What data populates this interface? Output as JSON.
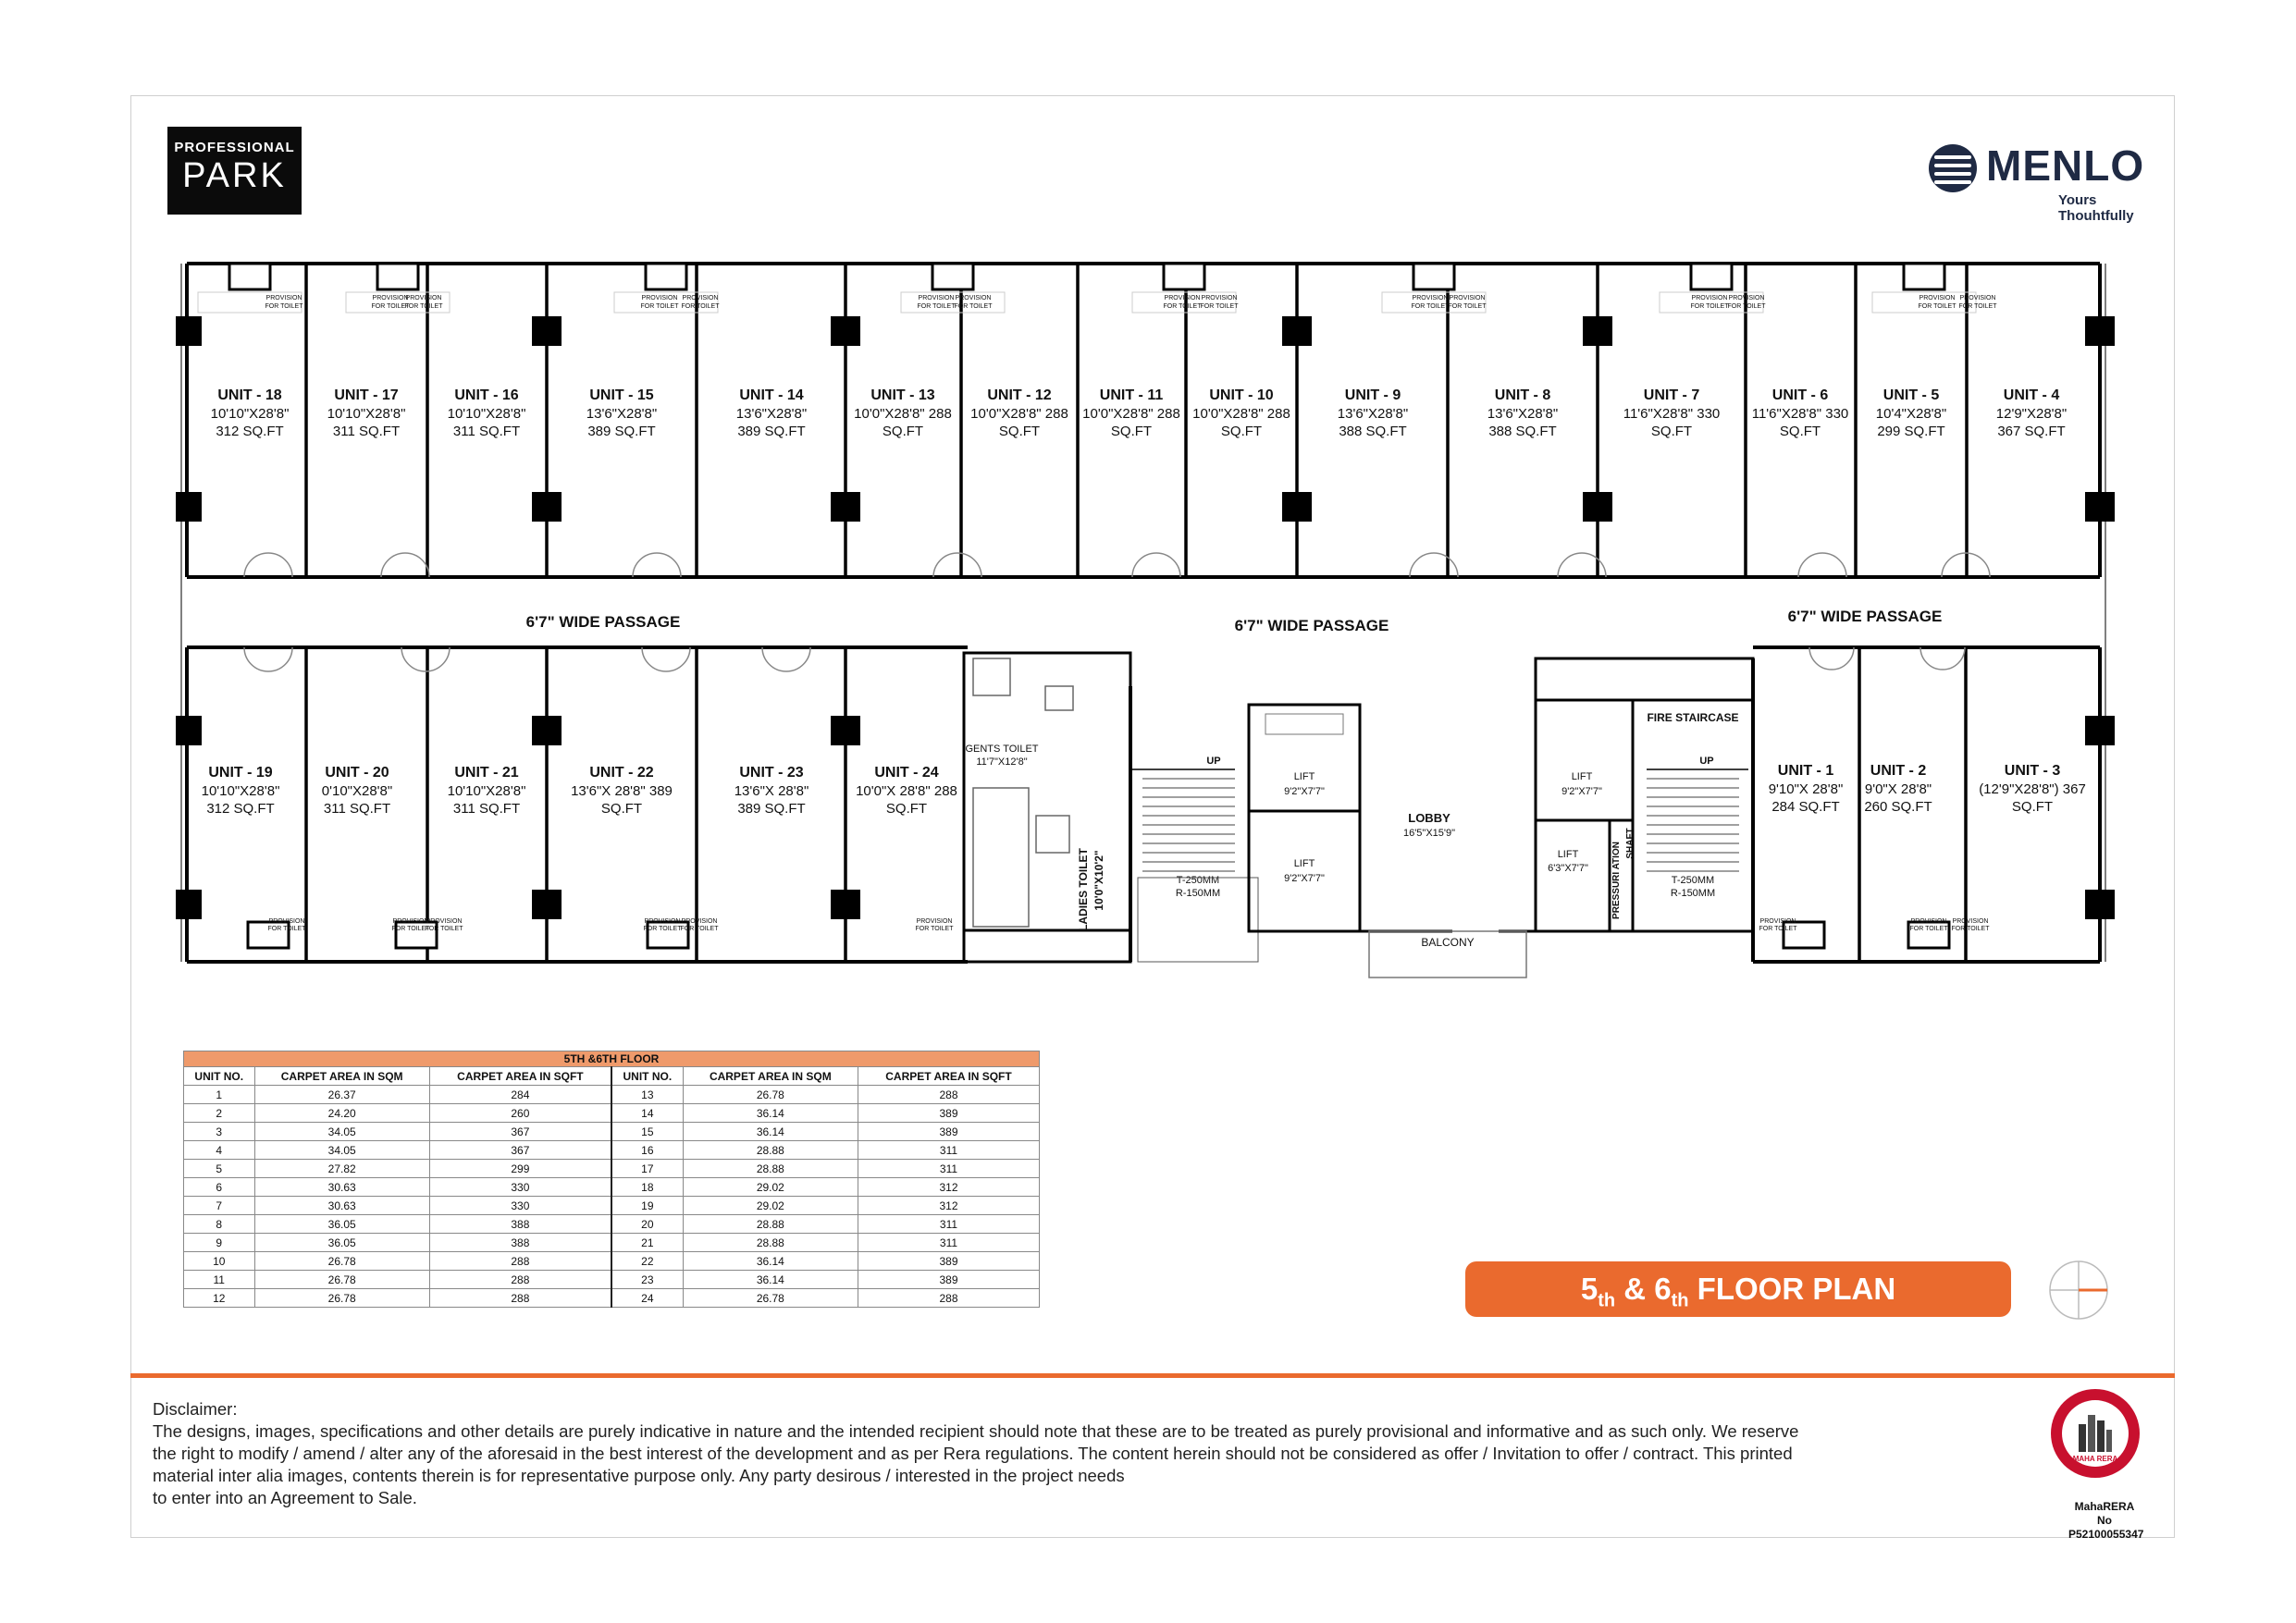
{
  "brand": {
    "pp_line1": "PROFESSIONAL",
    "pp_line2": "PARK",
    "menlo_name": "MENLO",
    "menlo_tag": "Yours Thouhtfully"
  },
  "plan": {
    "top_units": [
      {
        "name": "UNIT - 18",
        "dim": "10'10\"X28'8\"",
        "area": "312 SQ.FT"
      },
      {
        "name": "UNIT - 17",
        "dim": "10'10\"X28'8\"",
        "area": "311 SQ.FT"
      },
      {
        "name": "UNIT - 16",
        "dim": "10'10\"X28'8\"",
        "area": "311 SQ.FT"
      },
      {
        "name": "UNIT - 15",
        "dim": "13'6\"X28'8\"",
        "area": "389 SQ.FT"
      },
      {
        "name": "UNIT - 14",
        "dim": "13'6\"X28'8\"",
        "area": "389 SQ.FT"
      },
      {
        "name": "UNIT - 13",
        "dim": "10'0\"X28'8\" 288",
        "area": "SQ.FT"
      },
      {
        "name": "UNIT - 12",
        "dim": "10'0\"X28'8\" 288",
        "area": "SQ.FT"
      },
      {
        "name": "UNIT - 11",
        "dim": "10'0\"X28'8\" 288",
        "area": "SQ.FT"
      },
      {
        "name": "UNIT - 10",
        "dim": "10'0\"X28'8\" 288",
        "area": "SQ.FT"
      },
      {
        "name": "UNIT - 9",
        "dim": "13'6\"X28'8\"",
        "area": "388 SQ.FT"
      },
      {
        "name": "UNIT - 8",
        "dim": "13'6\"X28'8\"",
        "area": "388 SQ.FT"
      },
      {
        "name": "UNIT - 7",
        "dim": "11'6\"X28'8\" 330",
        "area": "SQ.FT"
      },
      {
        "name": "UNIT - 6",
        "dim": "11'6\"X28'8\" 330",
        "area": "SQ.FT"
      },
      {
        "name": "UNIT - 5",
        "dim": "10'4\"X28'8\"",
        "area": "299 SQ.FT"
      },
      {
        "name": "UNIT - 4",
        "dim": "12'9\"X28'8\"",
        "area": "367 SQ.FT"
      }
    ],
    "bottom_units": [
      {
        "name": "UNIT - 19",
        "dim": "10'10\"X28'8\"",
        "area": "312 SQ.FT"
      },
      {
        "name": "UNIT - 20",
        "dim": "0'10\"X28'8\"",
        "area": "311 SQ.FT"
      },
      {
        "name": "UNIT - 21",
        "dim": "10'10\"X28'8\"",
        "area": "311 SQ.FT"
      },
      {
        "name": "UNIT - 22",
        "dim": "13'6\"X 28'8\" 389",
        "area": "SQ.FT"
      },
      {
        "name": "UNIT - 23",
        "dim": "13'6\"X 28'8\"",
        "area": "389 SQ.FT"
      },
      {
        "name": "UNIT - 24",
        "dim": "10'0\"X 28'8\" 288",
        "area": "SQ.FT"
      },
      {
        "name": "UNIT - 1",
        "dim": "9'10\"X 28'8\"",
        "area": "284 SQ.FT"
      },
      {
        "name": "UNIT - 2",
        "dim": "9'0\"X 28'8\"",
        "area": "260 SQ.FT"
      },
      {
        "name": "UNIT - 3",
        "dim": "(12'9\"X28'8\") 367",
        "area": "SQ.FT"
      }
    ],
    "passage": "6'7\" WIDE PASSAGE",
    "provision": [
      "PROVISION",
      "FOR TOILET"
    ],
    "gents_toilet": "GENTS TOILET",
    "gents_toilet_dim": "11'7\"X12'8\"",
    "ladies_toilet": "LADIES TOILET",
    "ladies_toilet_dim": "10'0\"X10'2\"",
    "up": "UP",
    "stair_dim1": "T-250MM",
    "stair_dim2": "R-150MM",
    "lift": "LIFT",
    "lift_dim_a": "9'2\"X7'7\"",
    "lift_dim_b": "9'2\"X7'7\"",
    "lift_dim_c": "9'2\"X7'7\"",
    "lift_dim_d": "6'3\"X7'7\"",
    "lobby": "LOBBY",
    "lobby_dim": "16'5\"X15'9\"",
    "balcony": "BALCONY",
    "fire_staircase": "FIRE STAIRCASE",
    "pressurization": "PRESSURI ATION",
    "shaft": "SHAFT"
  },
  "table": {
    "caption": "5TH &6TH FLOOR",
    "headers": [
      "UNIT NO.",
      "CARPET AREA IN SQM",
      "CARPET AREA IN SQFT",
      "UNIT NO.",
      "CARPET AREA IN SQM",
      "CARPET AREA IN SQFT"
    ],
    "rows": [
      [
        "1",
        "26.37",
        "284",
        "13",
        "26.78",
        "288"
      ],
      [
        "2",
        "24.20",
        "260",
        "14",
        "36.14",
        "389"
      ],
      [
        "3",
        "34.05",
        "367",
        "15",
        "36.14",
        "389"
      ],
      [
        "4",
        "34.05",
        "367",
        "16",
        "28.88",
        "311"
      ],
      [
        "5",
        "27.82",
        "299",
        "17",
        "28.88",
        "311"
      ],
      [
        "6",
        "30.63",
        "330",
        "18",
        "29.02",
        "312"
      ],
      [
        "7",
        "30.63",
        "330",
        "19",
        "29.02",
        "312"
      ],
      [
        "8",
        "36.05",
        "388",
        "20",
        "28.88",
        "311"
      ],
      [
        "9",
        "36.05",
        "388",
        "21",
        "28.88",
        "311"
      ],
      [
        "10",
        "26.78",
        "288",
        "22",
        "36.14",
        "389"
      ],
      [
        "11",
        "26.78",
        "288",
        "23",
        "36.14",
        "389"
      ],
      [
        "12",
        "26.78",
        "288",
        "24",
        "26.78",
        "288"
      ]
    ]
  },
  "banner": {
    "pre": "5",
    "sup1": "th",
    "mid": " & 6",
    "sup2": "th",
    "post": " FLOOR PLAN"
  },
  "disclaimer": {
    "title": "Disclaimer:",
    "body": "The designs, images, specifications and other details are purely indicative in nature and the intended recipient should note that these are to be treated as purely provisional and informative and as such only. We reserve the right to modify / amend / alter any of the aforesaid in the best interest of the development and as per Rera regulations. The content herein should not be considered as offer / Invitation to offer / contract. This printed material inter alia images, contents therein is for representative purpose only. Any party desirous / interested in the project needs",
    "last": "to enter into an Agreement to Sale."
  },
  "rera": {
    "seal_text": "MAHA RERA",
    "label": "MahaRERA No",
    "number": "P52100055347"
  },
  "colors": {
    "accent": "#ea6a2e",
    "navy": "#1f2a44",
    "table_header": "#ef9a6b"
  }
}
